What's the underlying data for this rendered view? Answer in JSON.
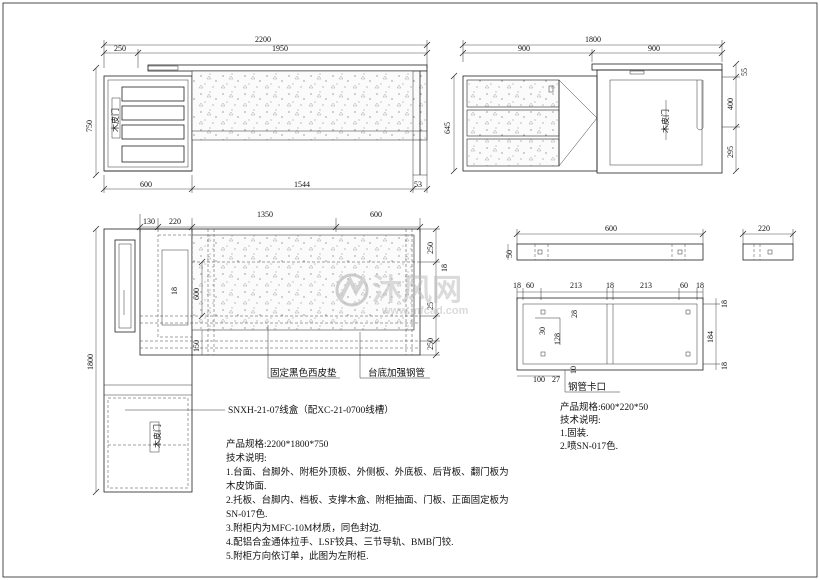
{
  "front_view": {
    "dim_total": "2200",
    "dim_left": "250",
    "dim_mid": "1950",
    "dim_height": "750",
    "dim_bottom_left": "600",
    "dim_bottom_mid": "1544",
    "dim_bottom_right": "53",
    "drawer_label": "木皮门"
  },
  "side_view": {
    "dim_total": "1800",
    "dim_left": "900",
    "dim_right": "900",
    "dim_height": "645",
    "dim_r1": "55",
    "dim_r2": "400",
    "dim_r3": "295",
    "door_label": "木皮门"
  },
  "plan_view": {
    "dim_top_a": "130",
    "dim_top_b": "220",
    "dim_top_c": "1350",
    "dim_top_d": "600",
    "dim_r1": "250",
    "dim_r2": "18",
    "dim_r3": "25",
    "dim_r4": "250",
    "dim_depth": "1800",
    "dim_600": "600",
    "dim_150": "150",
    "dim_inner_18": "18",
    "callout_pad": "固定黑色西皮垫",
    "callout_pipe": "台底加强钢管",
    "box_label": "SNXH-21-07线盒（配XC-21-0700线槽）",
    "cabinet_label": "木皮门"
  },
  "tray_view": {
    "dim_width": "600",
    "dim_depth": "220",
    "dim_50": "50",
    "dim_18a": "18",
    "dim_60a": "60",
    "dim_213a": "213",
    "dim_18b": "18",
    "dim_213b": "213",
    "dim_60b": "60",
    "dim_18c": "18",
    "dim_r18a": "18",
    "dim_r184": "184",
    "dim_r18b": "18",
    "dim_30": "30",
    "dim_128": "128",
    "dim_28": "28",
    "dim_100": "100",
    "dim_27": "27",
    "dim_10": "10",
    "callout": "钢管卡口"
  },
  "tray_notes": {
    "spec": "产品规格:600*220*50",
    "heading": "技术说明:",
    "line1": "1.固装.",
    "line2": "2.喷SN-017色."
  },
  "main_notes": {
    "spec": "产品规格:2200*1800*750",
    "heading": "技术说明:",
    "line1": "1.台面、台脚外、附柜外顶板、外侧板、外底板、后背板、翻门板为",
    "line1b": "木皮饰面.",
    "line2": "2.托板、台脚内、档板、支撑木盒、附柜抽面、门板、正面固定板为",
    "line2b": "SN-017色.",
    "line3": "3.附柜内为MFC-10M材质，同色封边.",
    "line4": "4.配铝合金通体拉手、LSF铰具、三节导轨、BMB门铰.",
    "line5": "5.附柜方向依订单，此图为左附柜."
  },
  "watermark": {
    "brand": "沐风网",
    "url": "www.mfcad.com"
  }
}
